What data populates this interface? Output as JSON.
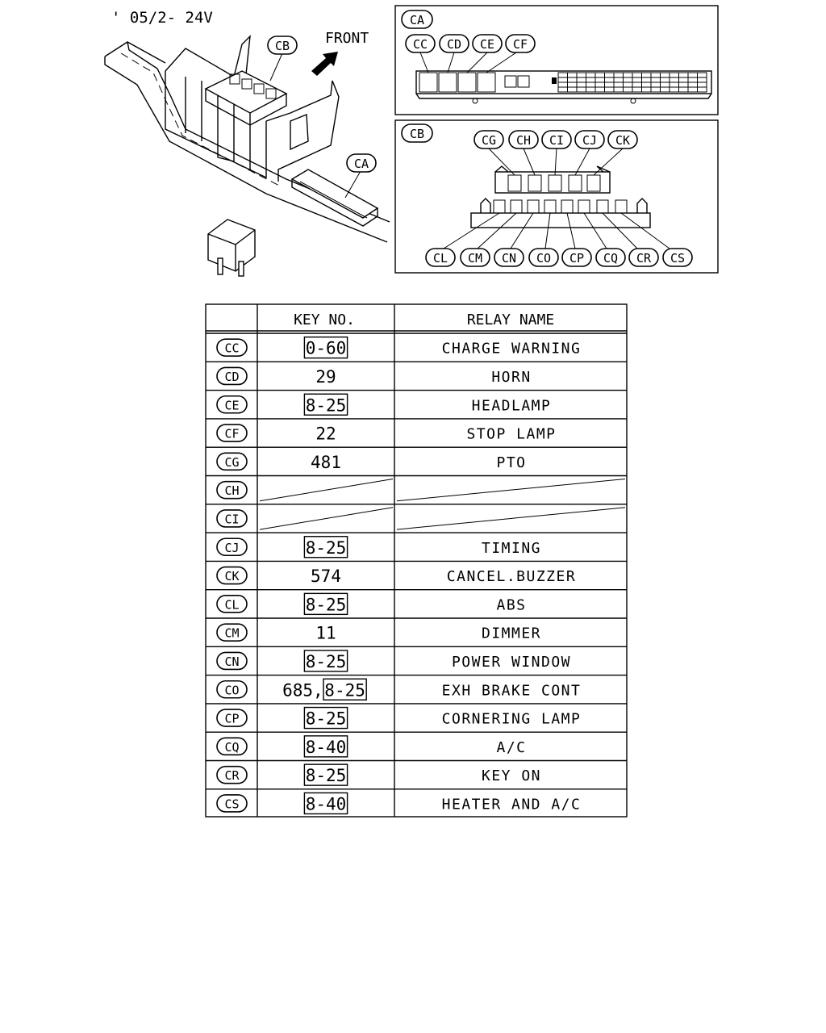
{
  "header": {
    "model_note": "' 05/2- 24V",
    "front_label": "FRONT"
  },
  "labels": {
    "cb": "CB",
    "ca": "CA"
  },
  "panel_ca": {
    "title": "CA",
    "callouts": [
      "CC",
      "CD",
      "CE",
      "CF"
    ]
  },
  "panel_cb": {
    "title": "CB",
    "top_callouts": [
      "CG",
      "CH",
      "CI",
      "CJ",
      "CK"
    ],
    "bottom_callouts": [
      "CL",
      "CM",
      "CN",
      "CO",
      "CP",
      "CQ",
      "CR",
      "CS"
    ]
  },
  "table": {
    "headers": [
      "",
      "KEY NO.",
      "RELAY NAME"
    ],
    "rows": [
      {
        "code": "CC",
        "keys": [
          {
            "text": "0-60",
            "boxed": true
          }
        ],
        "name": "CHARGE WARNING"
      },
      {
        "code": "CD",
        "keys": [
          {
            "text": "29",
            "boxed": false
          }
        ],
        "name": "HORN"
      },
      {
        "code": "CE",
        "keys": [
          {
            "text": "8-25",
            "boxed": true
          }
        ],
        "name": "HEADLAMP"
      },
      {
        "code": "CF",
        "keys": [
          {
            "text": "22",
            "boxed": false
          }
        ],
        "name": "STOP LAMP"
      },
      {
        "code": "CG",
        "keys": [
          {
            "text": "481",
            "boxed": false
          }
        ],
        "name": "PTO"
      },
      {
        "code": "CH",
        "keys": [],
        "name": "",
        "empty": true
      },
      {
        "code": "CI",
        "keys": [],
        "name": "",
        "empty": true
      },
      {
        "code": "CJ",
        "keys": [
          {
            "text": "8-25",
            "boxed": true
          }
        ],
        "name": "TIMING"
      },
      {
        "code": "CK",
        "keys": [
          {
            "text": "574",
            "boxed": false
          }
        ],
        "name": "CANCEL.BUZZER"
      },
      {
        "code": "CL",
        "keys": [
          {
            "text": "8-25",
            "boxed": true
          }
        ],
        "name": "ABS"
      },
      {
        "code": "CM",
        "keys": [
          {
            "text": "11",
            "boxed": false
          }
        ],
        "name": "DIMMER"
      },
      {
        "code": "CN",
        "keys": [
          {
            "text": "8-25",
            "boxed": true
          }
        ],
        "name": "POWER WINDOW"
      },
      {
        "code": "CO",
        "keys": [
          {
            "text": "685,",
            "boxed": false
          },
          {
            "text": "8-25",
            "boxed": true
          }
        ],
        "name": "EXH BRAKE CONT"
      },
      {
        "code": "CP",
        "keys": [
          {
            "text": "8-25",
            "boxed": true
          }
        ],
        "name": "CORNERING LAMP"
      },
      {
        "code": "CQ",
        "keys": [
          {
            "text": "8-40",
            "boxed": true
          }
        ],
        "name": "A/C"
      },
      {
        "code": "CR",
        "keys": [
          {
            "text": "8-25",
            "boxed": true
          }
        ],
        "name": "KEY ON"
      },
      {
        "code": "CS",
        "keys": [
          {
            "text": "8-40",
            "boxed": true
          }
        ],
        "name": "HEATER AND A/C"
      }
    ]
  }
}
